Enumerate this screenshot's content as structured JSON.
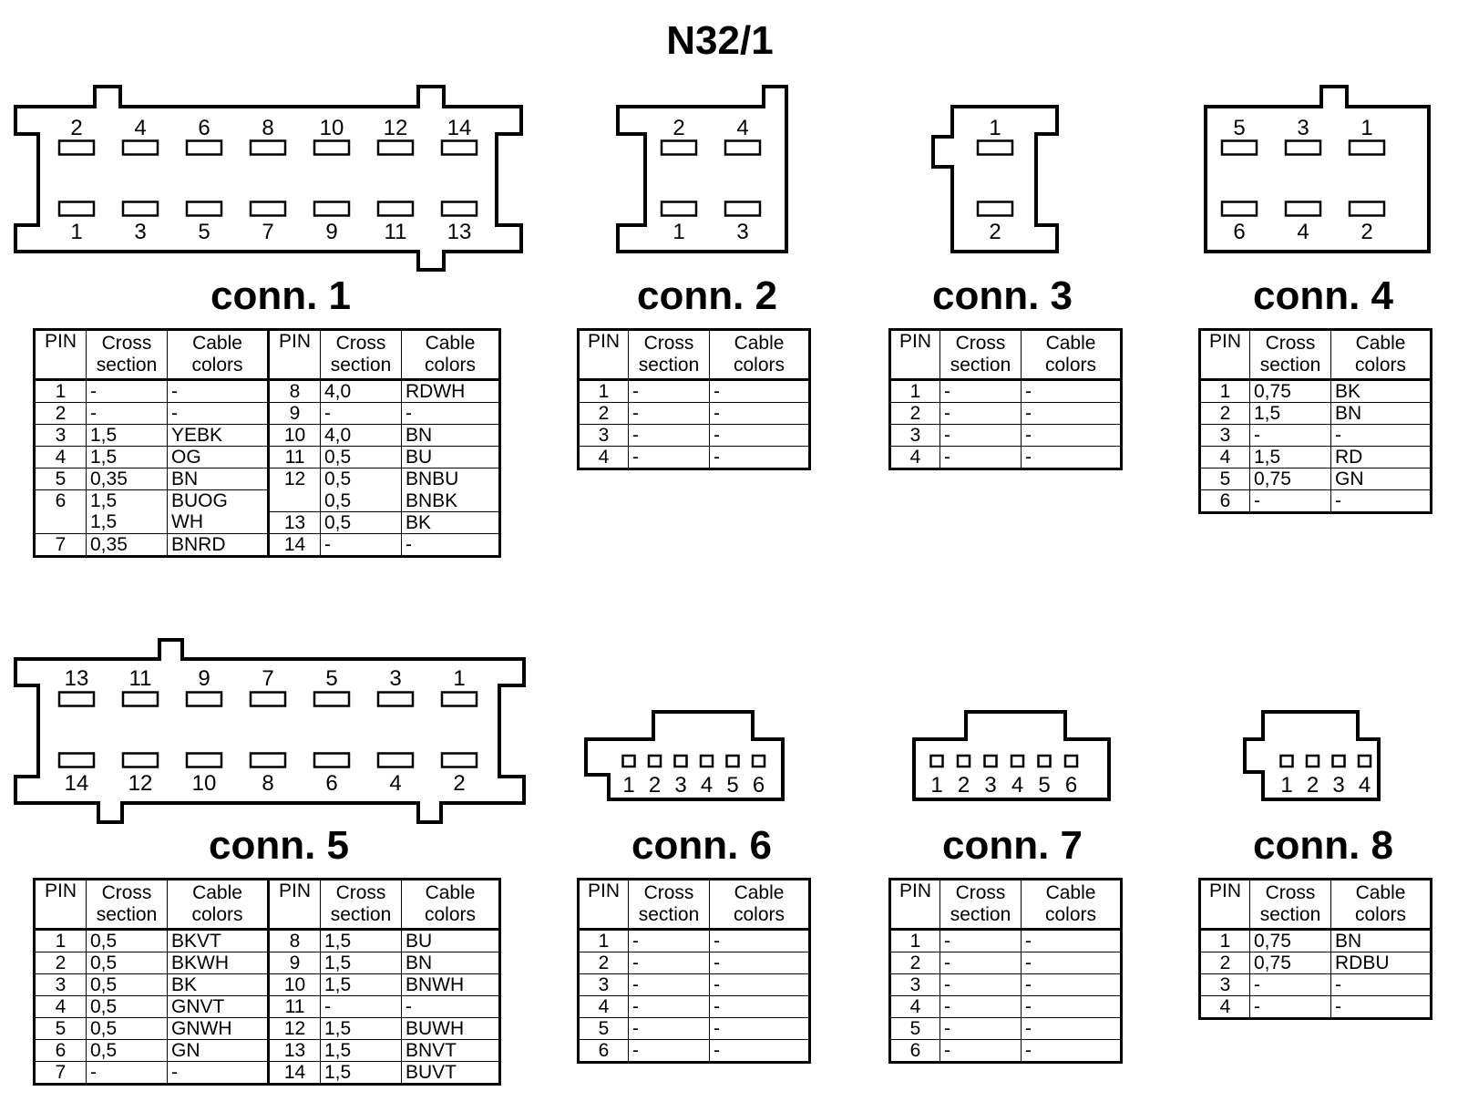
{
  "title": "N32/1",
  "headers": {
    "pin": "PIN",
    "cross": [
      "Cross",
      "section"
    ],
    "colors": [
      "Cable",
      "colors"
    ]
  },
  "connectors": [
    {
      "id": "conn1",
      "label": "conn. 1",
      "pins_top": [
        "2",
        "4",
        "6",
        "8",
        "10",
        "12",
        "14"
      ],
      "pins_bottom": [
        "1",
        "3",
        "5",
        "7",
        "9",
        "11",
        "13"
      ],
      "rows_left": [
        {
          "pin": "1",
          "cross": "-",
          "color": "-"
        },
        {
          "pin": "2",
          "cross": "-",
          "color": "-"
        },
        {
          "pin": "3",
          "cross": "1,5",
          "color": "YEBK"
        },
        {
          "pin": "4",
          "cross": "1,5",
          "color": "OG"
        },
        {
          "pin": "5",
          "cross": "0,35",
          "color": "BN"
        },
        {
          "pin": "6",
          "cross": "1,5",
          "color": "BUOG",
          "cross2": "1,5",
          "color2": "WH"
        },
        {
          "pin": "7",
          "cross": "0,35",
          "color": "BNRD"
        }
      ],
      "rows_right": [
        {
          "pin": "8",
          "cross": "4,0",
          "color": "RDWH"
        },
        {
          "pin": "9",
          "cross": "-",
          "color": "-"
        },
        {
          "pin": "10",
          "cross": "4,0",
          "color": "BN"
        },
        {
          "pin": "11",
          "cross": "0,5",
          "color": "BU"
        },
        {
          "pin": "12",
          "cross": "0,5",
          "color": "BNBU",
          "cross2": "0,5",
          "color2": "BNBK"
        },
        {
          "pin": "13",
          "cross": "0,5",
          "color": "BK"
        },
        {
          "pin": "14",
          "cross": "-",
          "color": "-"
        }
      ]
    },
    {
      "id": "conn2",
      "label": "conn. 2",
      "pins_top": [
        "2",
        "4"
      ],
      "pins_bottom": [
        "1",
        "3"
      ],
      "rows": [
        {
          "pin": "1",
          "cross": "-",
          "color": "-"
        },
        {
          "pin": "2",
          "cross": "-",
          "color": "-"
        },
        {
          "pin": "3",
          "cross": "-",
          "color": "-"
        },
        {
          "pin": "4",
          "cross": "-",
          "color": "-"
        }
      ]
    },
    {
      "id": "conn3",
      "label": "conn. 3",
      "pins_top": [
        "1"
      ],
      "pins_bottom": [
        "2"
      ],
      "rows": [
        {
          "pin": "1",
          "cross": "-",
          "color": "-"
        },
        {
          "pin": "2",
          "cross": "-",
          "color": "-"
        },
        {
          "pin": "3",
          "cross": "-",
          "color": "-"
        },
        {
          "pin": "4",
          "cross": "-",
          "color": "-"
        }
      ]
    },
    {
      "id": "conn4",
      "label": "conn. 4",
      "pins_top": [
        "5",
        "3",
        "1"
      ],
      "pins_bottom": [
        "6",
        "4",
        "2"
      ],
      "rows": [
        {
          "pin": "1",
          "cross": "0,75",
          "color": "BK"
        },
        {
          "pin": "2",
          "cross": "1,5",
          "color": "BN"
        },
        {
          "pin": "3",
          "cross": "-",
          "color": "-"
        },
        {
          "pin": "4",
          "cross": "1,5",
          "color": "RD"
        },
        {
          "pin": "5",
          "cross": "0,75",
          "color": "GN"
        },
        {
          "pin": "6",
          "cross": "-",
          "color": "-"
        }
      ]
    },
    {
      "id": "conn5",
      "label": "conn. 5",
      "pins_top": [
        "13",
        "11",
        "9",
        "7",
        "5",
        "3",
        "1"
      ],
      "pins_bottom": [
        "14",
        "12",
        "10",
        "8",
        "6",
        "4",
        "2"
      ],
      "rows_left": [
        {
          "pin": "1",
          "cross": "0,5",
          "color": "BKVT"
        },
        {
          "pin": "2",
          "cross": "0,5",
          "color": "BKWH"
        },
        {
          "pin": "3",
          "cross": "0,5",
          "color": "BK"
        },
        {
          "pin": "4",
          "cross": "0,5",
          "color": "GNVT"
        },
        {
          "pin": "5",
          "cross": "0,5",
          "color": "GNWH"
        },
        {
          "pin": "6",
          "cross": "0,5",
          "color": "GN"
        },
        {
          "pin": "7",
          "cross": "-",
          "color": "-"
        }
      ],
      "rows_right": [
        {
          "pin": "8",
          "cross": "1,5",
          "color": "BU"
        },
        {
          "pin": "9",
          "cross": "1,5",
          "color": "BN"
        },
        {
          "pin": "10",
          "cross": "1,5",
          "color": "BNWH"
        },
        {
          "pin": "11",
          "cross": "-",
          "color": "-"
        },
        {
          "pin": "12",
          "cross": "1,5",
          "color": "BUWH"
        },
        {
          "pin": "13",
          "cross": "1,5",
          "color": "BNVT"
        },
        {
          "pin": "14",
          "cross": "1,5",
          "color": "BUVT"
        }
      ]
    },
    {
      "id": "conn6",
      "label": "conn. 6",
      "pins_row": [
        "1",
        "2",
        "3",
        "4",
        "5",
        "6"
      ],
      "rows": [
        {
          "pin": "1",
          "cross": "-",
          "color": "-"
        },
        {
          "pin": "2",
          "cross": "-",
          "color": "-"
        },
        {
          "pin": "3",
          "cross": "-",
          "color": "-"
        },
        {
          "pin": "4",
          "cross": "-",
          "color": "-"
        },
        {
          "pin": "5",
          "cross": "-",
          "color": "-"
        },
        {
          "pin": "6",
          "cross": "-",
          "color": "-"
        }
      ]
    },
    {
      "id": "conn7",
      "label": "conn. 7",
      "pins_row": [
        "1",
        "2",
        "3",
        "4",
        "5",
        "6"
      ],
      "rows": [
        {
          "pin": "1",
          "cross": "-",
          "color": "-"
        },
        {
          "pin": "2",
          "cross": "-",
          "color": "-"
        },
        {
          "pin": "3",
          "cross": "-",
          "color": "-"
        },
        {
          "pin": "4",
          "cross": "-",
          "color": "-"
        },
        {
          "pin": "5",
          "cross": "-",
          "color": "-"
        },
        {
          "pin": "6",
          "cross": "-",
          "color": "-"
        }
      ]
    },
    {
      "id": "conn8",
      "label": "conn. 8",
      "pins_row": [
        "1",
        "2",
        "3",
        "4"
      ],
      "rows": [
        {
          "pin": "1",
          "cross": "0,75",
          "color": "BN"
        },
        {
          "pin": "2",
          "cross": "0,75",
          "color": "RDBU"
        },
        {
          "pin": "3",
          "cross": "-",
          "color": "-"
        },
        {
          "pin": "4",
          "cross": "-",
          "color": "-"
        }
      ]
    }
  ]
}
